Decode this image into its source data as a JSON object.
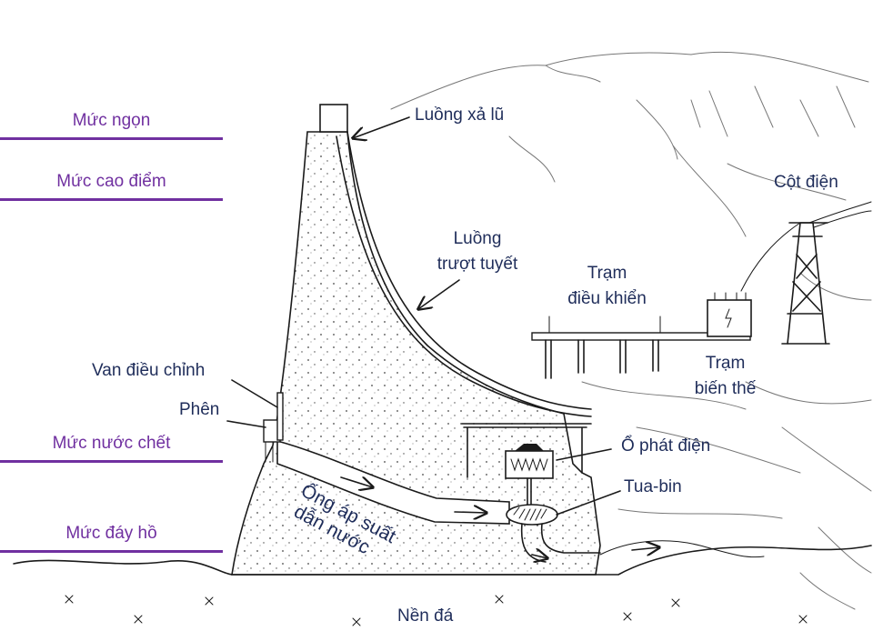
{
  "levels": {
    "crest": "Mức ngọn",
    "peak": "Mức cao điểm",
    "dead_water": "Mức nước chết",
    "bottom": "Mức đáy hồ"
  },
  "parts": {
    "flood_chute": "Luồng xả lũ",
    "ski_jump_l1": "Luồng",
    "ski_jump_l2": "trượt tuyết",
    "control_l1": "Trạm",
    "control_l2": "điều khiển",
    "pylon": "Cột điện",
    "transformer_l1": "Trạm",
    "transformer_l2": "biến thế",
    "valve": "Van điều chỉnh",
    "gate": "Phên",
    "generator": "Ổ phát điện",
    "turbine": "Tua-bin",
    "penstock_l1": "Ống áp suất",
    "penstock_l2": "dẫn nước",
    "bedrock": "Nền đá"
  },
  "colors": {
    "level": "#7030a0",
    "label": "#1f2d5a",
    "ink": "#1a1a1a"
  }
}
